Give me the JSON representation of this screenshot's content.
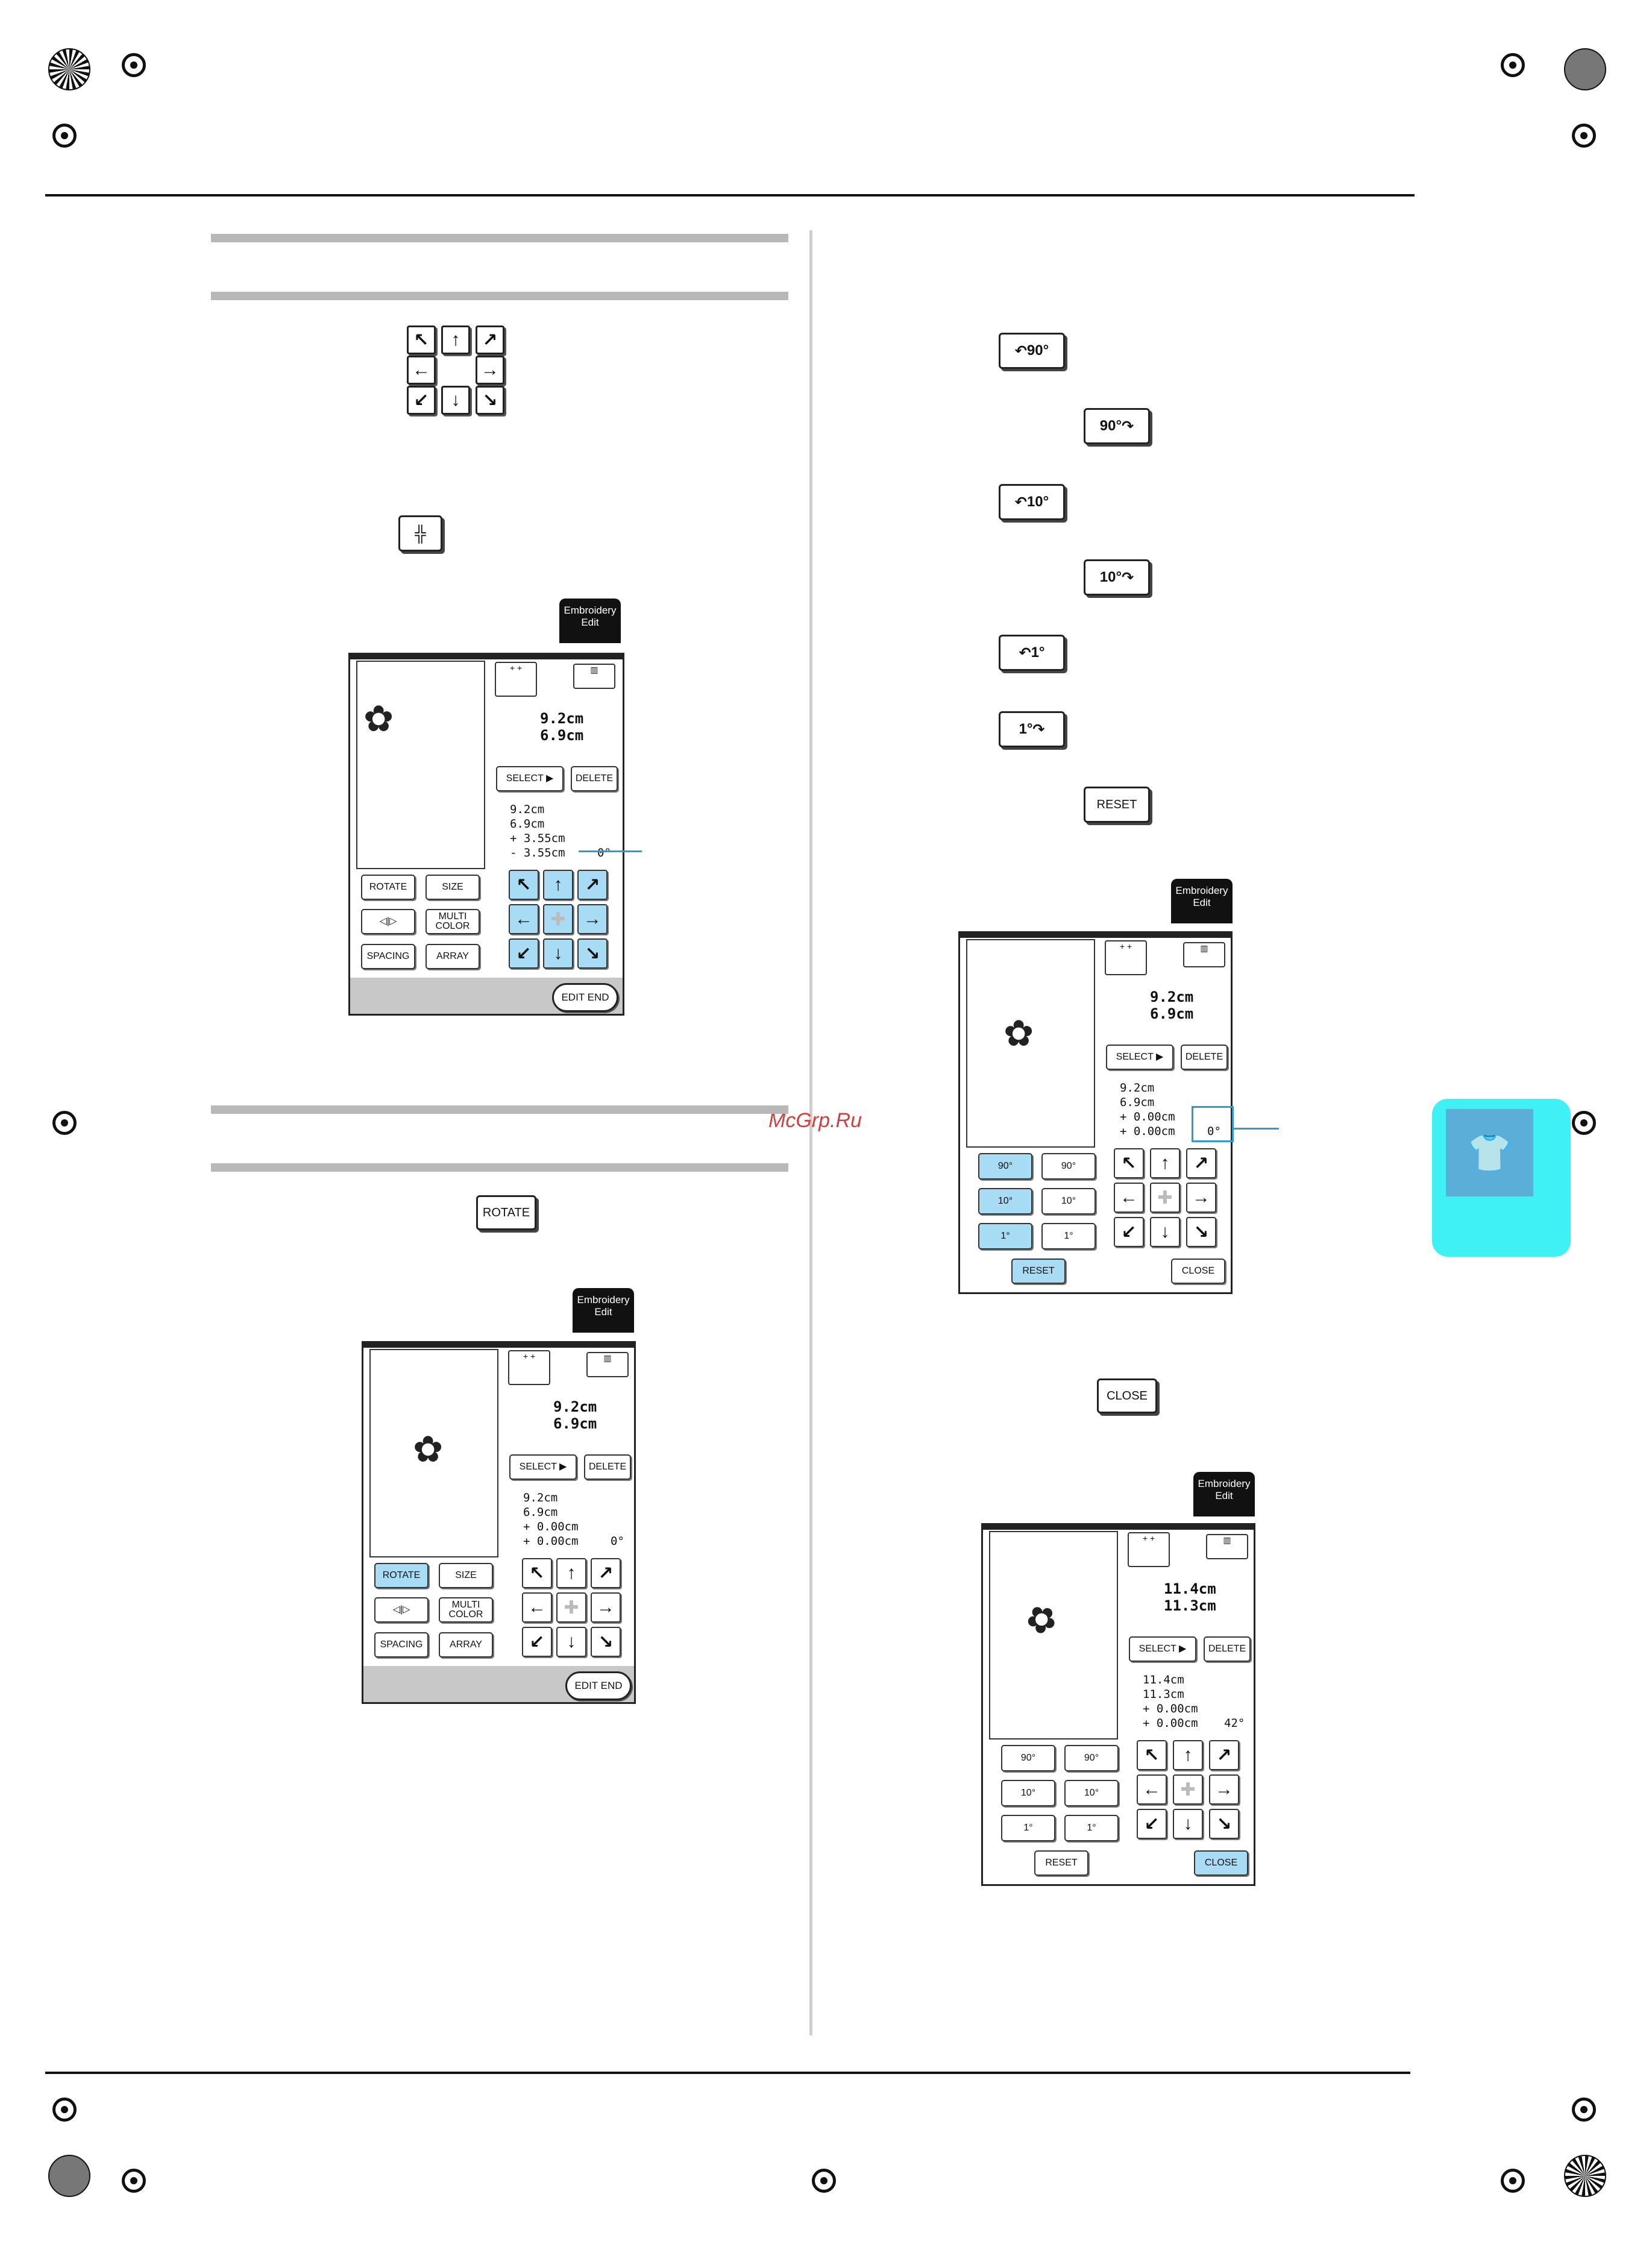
{
  "watermark": "McGrp.Ru",
  "left": {
    "move_arrows": [
      "↖",
      "↑",
      "↗",
      "←",
      "→",
      "↙",
      "↓",
      "↘"
    ],
    "center_icon": "center-icon",
    "screen1": {
      "tab": "Embroidery\nEdit",
      "size_w": "9.2cm",
      "size_h": "6.9cm",
      "select": "SELECT ▶",
      "delete": "DELETE",
      "info": "9.2cm\n6.9cm\n+ 3.55cm\n- 3.55cm",
      "angle": "0°",
      "btns": [
        "ROTATE",
        "SIZE",
        "",
        "MULTI\nCOLOR",
        "SPACING",
        "ARRAY"
      ],
      "edit_end": "EDIT END"
    },
    "rotate_btn": "ROTATE",
    "screen2": {
      "tab": "Embroidery\nEdit",
      "size_w": "9.2cm",
      "size_h": "6.9cm",
      "select": "SELECT ▶",
      "delete": "DELETE",
      "info": "9.2cm\n6.9cm\n+ 0.00cm\n+ 0.00cm",
      "angle": "0°",
      "btns": [
        "ROTATE",
        "SIZE",
        "",
        "MULTI\nCOLOR",
        "SPACING",
        "ARRAY"
      ],
      "edit_end": "EDIT END"
    }
  },
  "right": {
    "btns": [
      "90°",
      "90°",
      "10°",
      "10°",
      "1°",
      "1°",
      "RESET"
    ],
    "screen3": {
      "tab": "Embroidery\nEdit",
      "size_w": "9.2cm",
      "size_h": "6.9cm",
      "select": "SELECT ▶",
      "delete": "DELETE",
      "info": "9.2cm\n6.9cm\n+ 0.00cm\n+ 0.00cm",
      "angle": "0°",
      "rot": [
        "90°",
        "90°",
        "10°",
        "10°",
        "1°",
        "1°"
      ],
      "reset": "RESET",
      "close": "CLOSE"
    },
    "close_btn": "CLOSE",
    "screen4": {
      "tab": "Embroidery\nEdit",
      "size_w": "11.4cm",
      "size_h": "11.3cm",
      "select": "SELECT ▶",
      "delete": "DELETE",
      "info": "11.4cm\n11.3cm\n+ 0.00cm\n+ 0.00cm",
      "angle": "42°",
      "rot": [
        "90°",
        "90°",
        "10°",
        "10°",
        "1°",
        "1°"
      ],
      "reset": "RESET",
      "close": "CLOSE"
    }
  }
}
